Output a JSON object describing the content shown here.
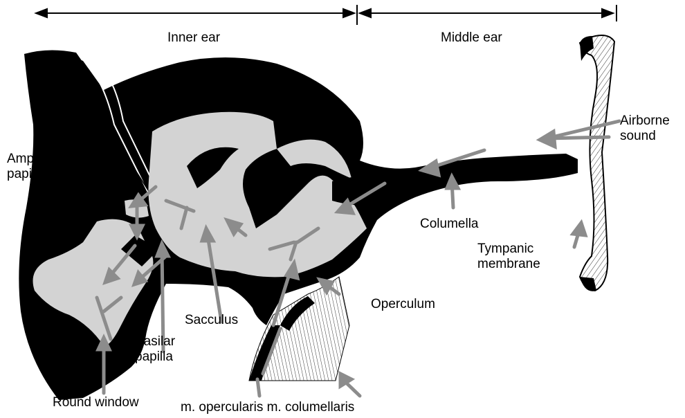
{
  "regions": {
    "inner_ear": "Inner ear",
    "middle_ear": "Middle ear"
  },
  "labels": {
    "amphibian_papilla": "Amphibian\npapilla",
    "basilar_papilla": "Basilar\npapilla",
    "sacculus": "Sacculus",
    "round_window": "Round window",
    "operculum": "Operculum",
    "columella": "Columella",
    "tympanic_membrane": "Tympanic\nmembrane",
    "airborne_sound": "Airborne\nsound",
    "m_opercularis_columellaris": "m. opercularis m. columellaris"
  },
  "colors": {
    "tissue": "#000000",
    "fluid": "#d3d3d3",
    "arrow": "#8c8c8c",
    "hatch": "#333333"
  }
}
